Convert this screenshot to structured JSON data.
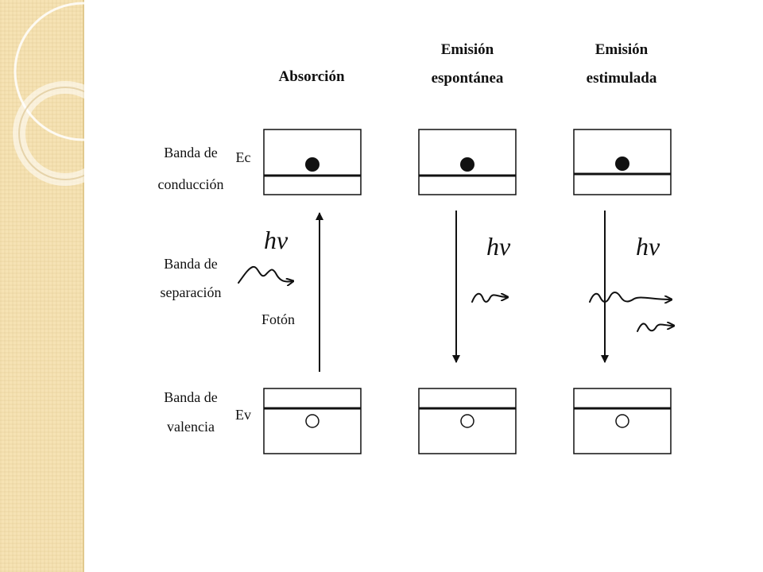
{
  "diagram": {
    "columns": [
      {
        "title_line1": "Absorción",
        "title_line2": ""
      },
      {
        "title_line1": "Emisión",
        "title_line2": "espontánea"
      },
      {
        "title_line1": "Emisión",
        "title_line2": "estimulada"
      }
    ],
    "rows": {
      "conduction": {
        "line1": "Banda de",
        "line2": "conducción",
        "energy": "Ec"
      },
      "gap": {
        "line1": "Banda de",
        "line2": "separación"
      },
      "valence": {
        "line1": "Banda de",
        "line2": "valencia",
        "energy": "Ev"
      }
    },
    "photon_symbol": "hv",
    "photon_label": "Fotón"
  }
}
